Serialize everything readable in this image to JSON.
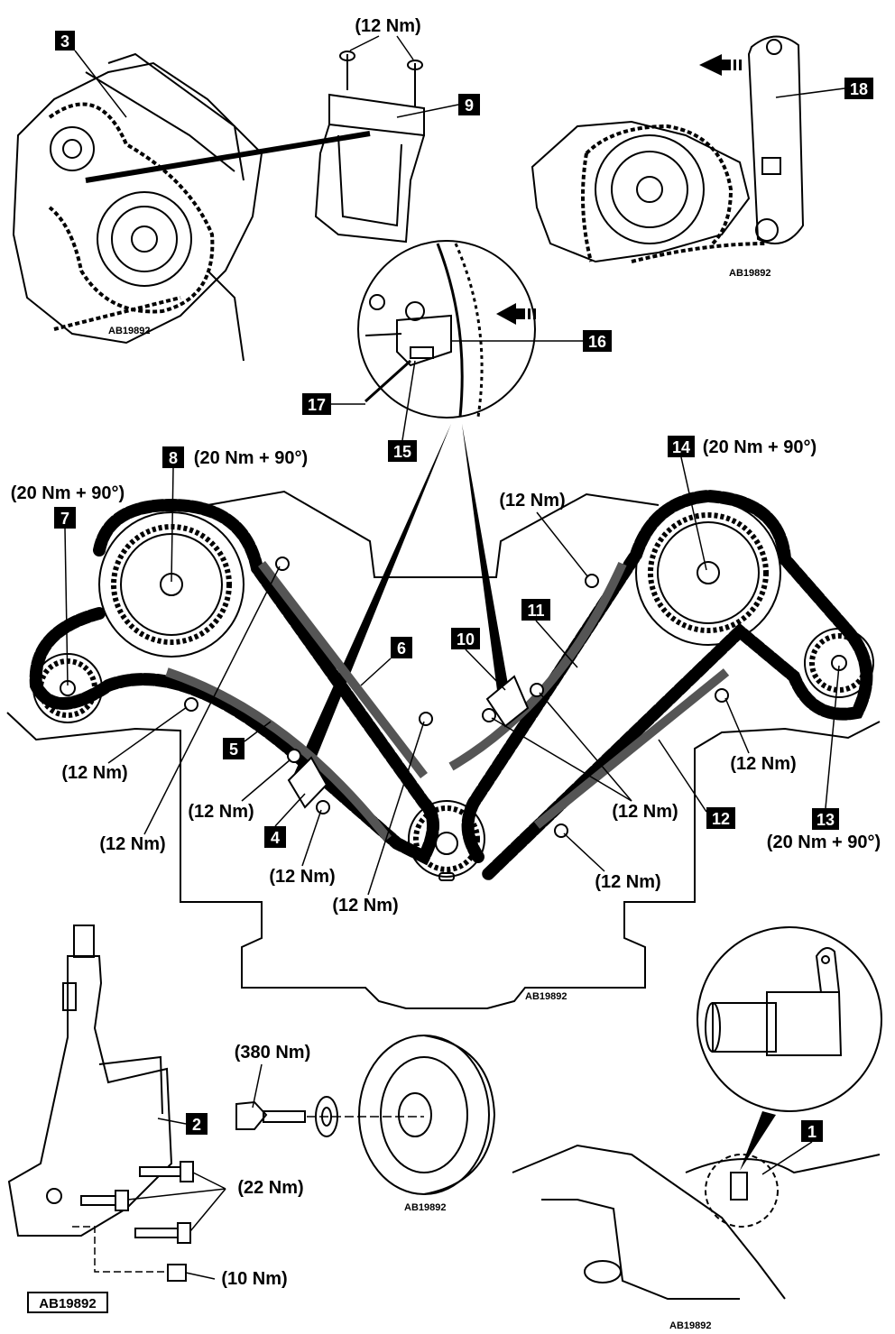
{
  "callouts": [
    "1",
    "2",
    "3",
    "4",
    "5",
    "6",
    "7",
    "8",
    "9",
    "10",
    "11",
    "12",
    "13",
    "14",
    "15",
    "16",
    "17",
    "18"
  ],
  "torques": {
    "t12": "(12 Nm)",
    "t20_90": "(20 Nm + 90°)",
    "t380": "(380 Nm)",
    "t22": "(22 Nm)",
    "t10": "(10 Nm)"
  },
  "ref_codes": {
    "small": "AB19892",
    "boxed": "AB19892"
  },
  "icons": [
    "direction-arrow-icon",
    "engine-timing-chain-drawing",
    "crankshaft-pulley-drawing",
    "camshaft-sensor-drawing",
    "locking-tool-drawing"
  ]
}
